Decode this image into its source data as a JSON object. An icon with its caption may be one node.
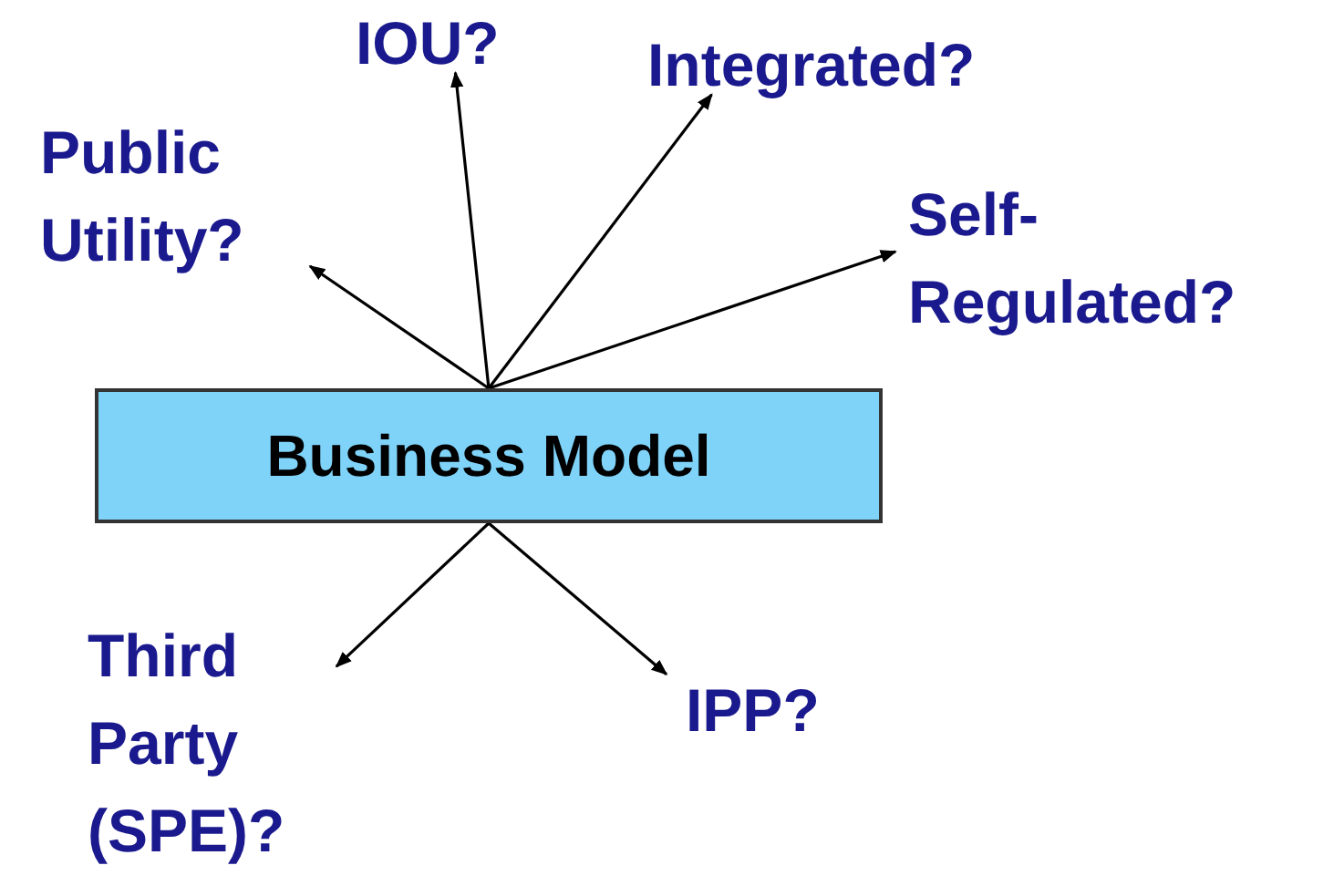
{
  "diagram": {
    "nodes": [
      {
        "text": [
          "Business Model"
        ]
      },
      {
        "text": [
          "Public Utility?"
        ]
      },
      {
        "text": [
          "IOU?"
        ]
      },
      {
        "text": [
          "Integrated?"
        ]
      },
      {
        "text": [
          "Self-Regulated?"
        ]
      },
      {
        "text": [
          "Third Party (SPE)?"
        ]
      },
      {
        "text": [
          "IPP?"
        ]
      }
    ],
    "edges": [
      {
        "from": 0,
        "to": 1,
        "arrow": "to"
      },
      {
        "from": 0,
        "to": 2,
        "arrow": "to"
      },
      {
        "from": 0,
        "to": 3,
        "arrow": "to"
      },
      {
        "from": 0,
        "to": 4,
        "arrow": "to"
      },
      {
        "from": 0,
        "to": 5,
        "arrow": "to"
      },
      {
        "from": 0,
        "to": 6,
        "arrow": "to"
      }
    ]
  }
}
